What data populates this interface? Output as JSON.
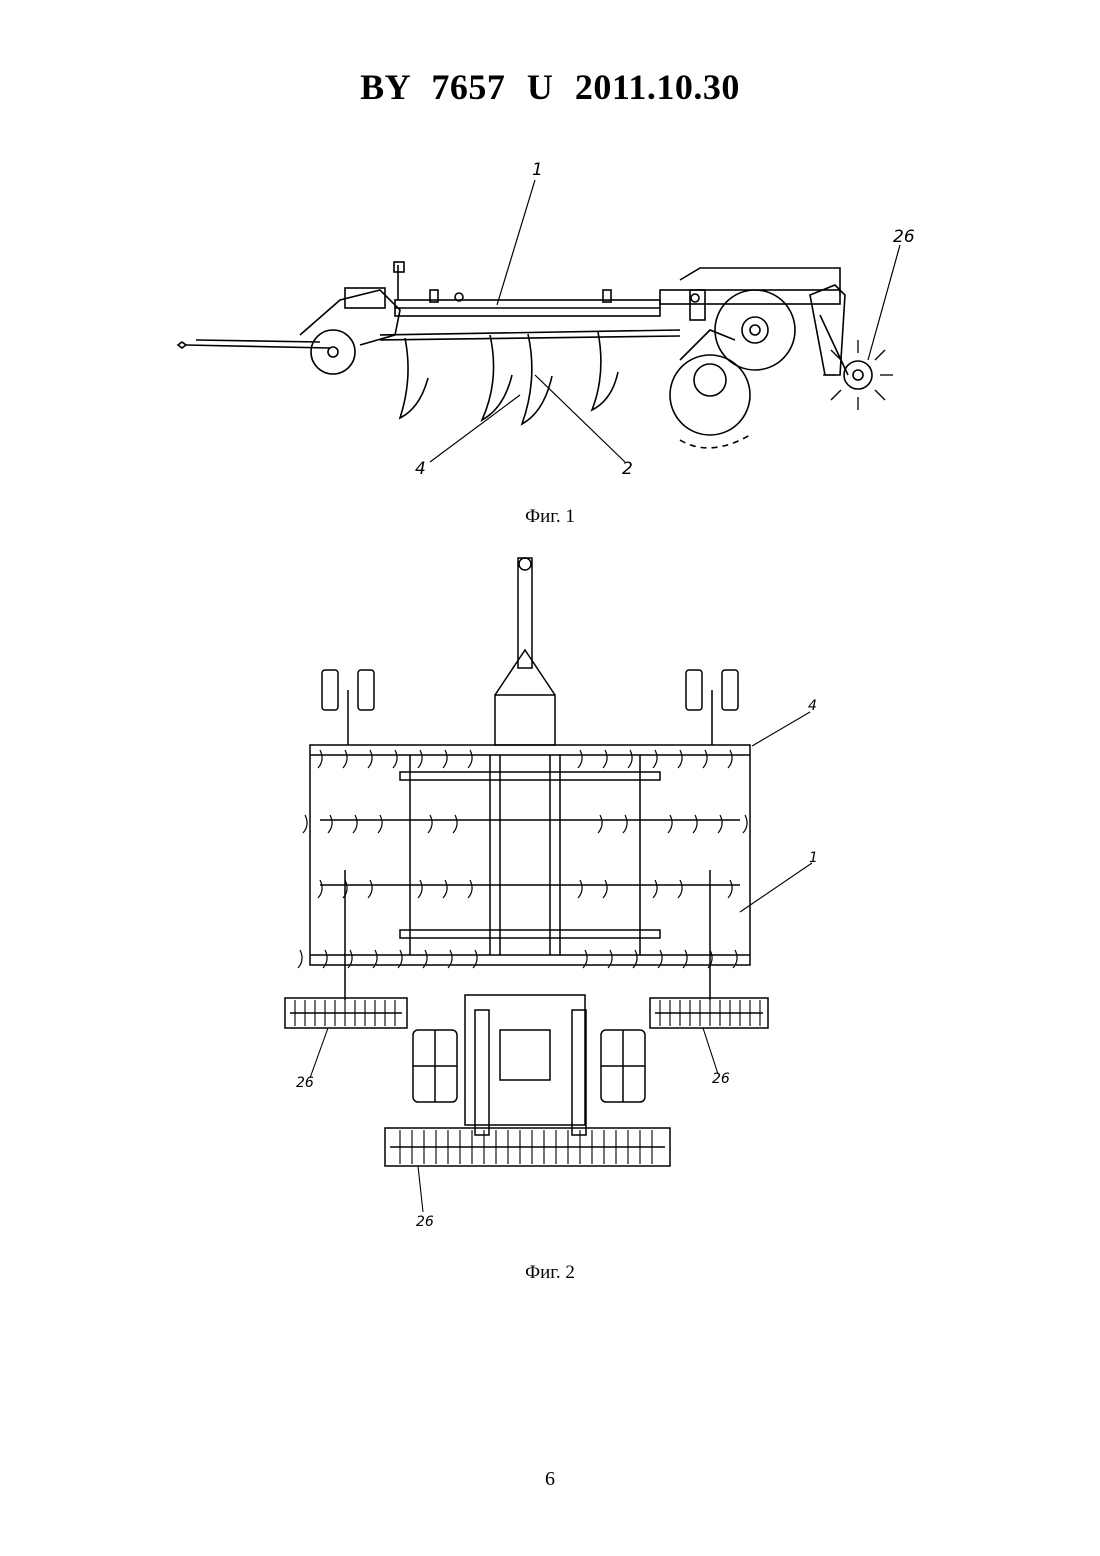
{
  "header": {
    "text": "BY  7657  U  2011.10.30"
  },
  "figure1": {
    "caption": "Фиг. 1",
    "callouts": [
      "1",
      "26",
      "4",
      "2"
    ]
  },
  "figure2": {
    "caption": "Фиг. 2",
    "callouts": [
      "4",
      "1",
      "26",
      "26",
      "26"
    ]
  },
  "page_number": "6"
}
